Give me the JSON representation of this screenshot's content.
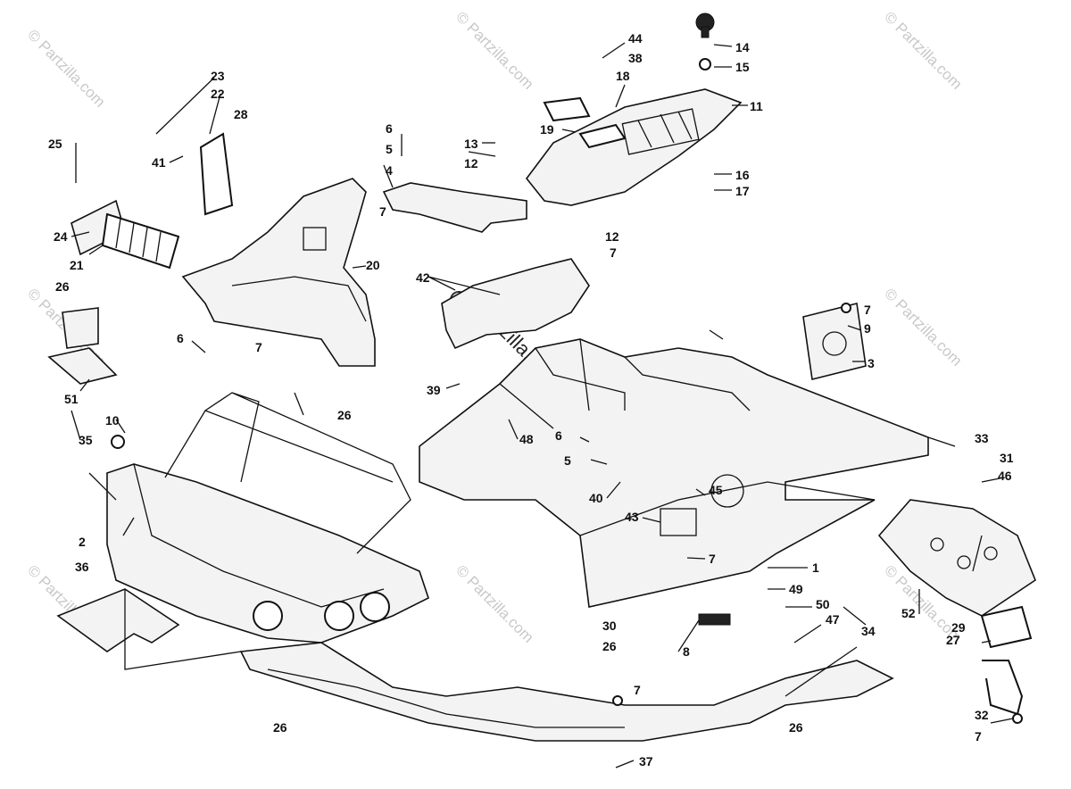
{
  "watermark": "© Partzilla.com",
  "center_watermark": "Partzilla.com",
  "callouts": [
    "1",
    "2",
    "3",
    "5",
    "6",
    "7",
    "8",
    "9",
    "10",
    "11",
    "12",
    "13",
    "14",
    "15",
    "16",
    "17",
    "18",
    "19",
    "20",
    "21",
    "22",
    "23",
    "24",
    "25",
    "26",
    "27",
    "28",
    "29",
    "30",
    "31",
    "32",
    "33",
    "34",
    "35",
    "36",
    "37",
    "38",
    "39",
    "40",
    "41",
    "42",
    "43",
    "44",
    "45",
    "46",
    "47",
    "48",
    "49",
    "50",
    "51",
    "52",
    "4"
  ]
}
